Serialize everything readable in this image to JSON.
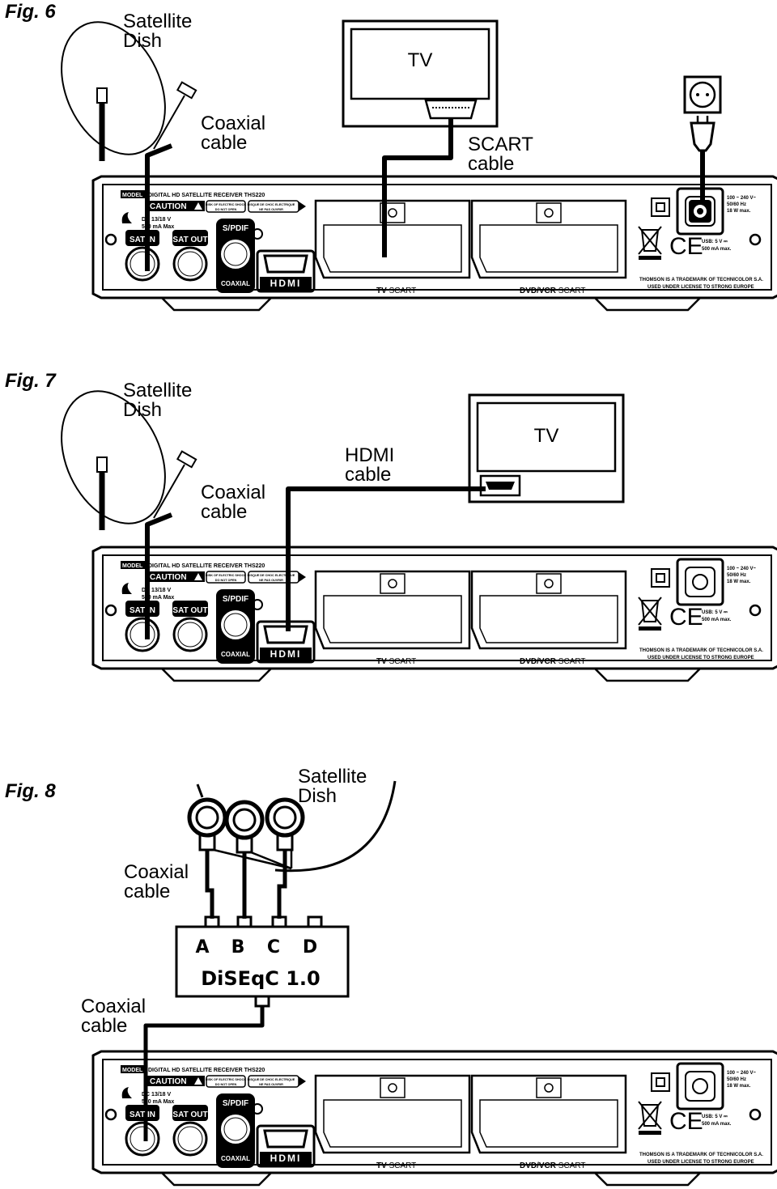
{
  "figures": [
    {
      "label": "Fig. 6",
      "dish_label": [
        "Satellite",
        "Dish"
      ],
      "coax_label": [
        "Coaxial",
        "cable"
      ],
      "cable_label": [
        "SCART",
        "cable"
      ],
      "tv_label": "TV"
    },
    {
      "label": "Fig. 7",
      "dish_label": [
        "Satellite",
        "Dish"
      ],
      "coax_label": [
        "Coaxial",
        "cable"
      ],
      "cable_label": [
        "HDMI",
        "cable"
      ],
      "tv_label": "TV"
    },
    {
      "label": "Fig. 8",
      "dish_label": [
        "Satellite",
        "Dish"
      ],
      "coax_label_top": [
        "Coaxial",
        "cable"
      ],
      "coax_label_bottom": [
        "Coaxial",
        "cable"
      ],
      "diseqc_ports": [
        "A",
        "B",
        "C",
        "D"
      ],
      "diseqc_title": "DiSEqC 1.0"
    }
  ],
  "receiver": {
    "model": "MODEL",
    "model_name": "DIGITAL HD SATELLITE RECEIVER THS220",
    "caution": "CAUTION",
    "warn_en": [
      "RISK OF ELECTRIC SHOCK",
      "DO NOT OPEN"
    ],
    "warn_fr": [
      "RISQUE DE CHOC ELECTRIQUE",
      "NE PAS OUVRIR"
    ],
    "lnb_spec": [
      "DC 13/18 V",
      "500 mA Max"
    ],
    "sat_in": "SAT IN",
    "sat_out": "SAT OUT",
    "spdif": "S/PDIF",
    "coaxial": "COAXIAL",
    "hdmi": "HDMI",
    "tv_scart": [
      "TV",
      "SCART"
    ],
    "dvd_scart": [
      "DVD/VCR",
      "SCART"
    ],
    "power_spec": [
      "100 ~ 240 V~",
      "50/60 Hz",
      "18 W max."
    ],
    "usb_spec": [
      "USB: 5 V",
      "500 mA max."
    ],
    "usb_symbol": "⎓",
    "trademark": [
      "THOMSON IS A TRADEMARK OF TECHNICOLOR S.A.",
      "USED UNDER LICENSE TO STRONG EUROPE"
    ],
    "ce_mark": "CE"
  }
}
